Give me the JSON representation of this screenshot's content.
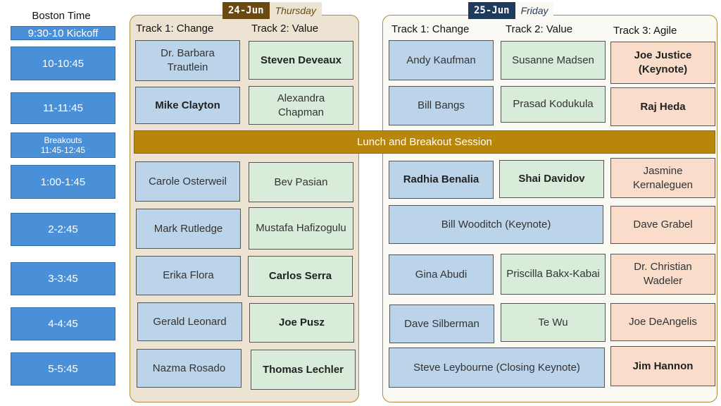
{
  "times": {
    "header": "Boston Time",
    "slots": [
      "9:30-10 Kickoff",
      "10-10:45",
      "11-11:45",
      "Breakouts",
      "11:45-12:45",
      "1:00-1:45",
      "2-2:45",
      "3-3:45",
      "4-4:45",
      "5-5:45"
    ]
  },
  "thursday": {
    "date": "24-Jun",
    "day": "Thursday",
    "tracks": [
      "Track 1: Change",
      "Track 2: Value"
    ],
    "sessions": [
      "Dr. Barbara Trautlein",
      "Steven Deveaux",
      "Mike Clayton",
      "Alexandra Chapman",
      "Carole Osterweil",
      "Bev Pasian",
      "Mark Rutledge",
      "Mustafa Hafizogulu",
      "Erika Flora",
      "Carlos Serra",
      "Gerald Leonard",
      "Joe Pusz",
      "Nazma Rosado",
      "Thomas Lechler"
    ]
  },
  "friday": {
    "date": "25-Jun",
    "day": "Friday",
    "tracks": [
      "Track 1: Change",
      "Track 2: Value",
      "Track 3: Agile"
    ],
    "sessions": [
      "Andy Kaufman",
      "Susanne Madsen",
      "Joe Justice (Keynote)",
      "Bill Bangs",
      "Prasad Kodukula",
      "Raj Heda",
      "Radhia Benalia",
      "Shai Davidov",
      "Jasmine Kernaleguen",
      "Bill Wooditch (Keynote)",
      "Dave Grabel",
      "Gina Abudi",
      "Priscilla Bakx-Kabai",
      "Dr. Christian Wadeler",
      "Dave Silberman",
      "Te Wu",
      "Joe DeAngelis",
      "Steve Leybourne (Closing Keynote)",
      "Jim Hannon"
    ]
  },
  "lunch": "Lunch and Breakout Session",
  "colors": {
    "time_blue": "#4a90d9",
    "track_change": "#bcd4ea",
    "track_value": "#d9ecd9",
    "track_agile": "#f9dcc9",
    "lunch_bar": "#b8860b",
    "thursday_tag": "#6b4a12",
    "friday_tag": "#1f3b5c"
  }
}
